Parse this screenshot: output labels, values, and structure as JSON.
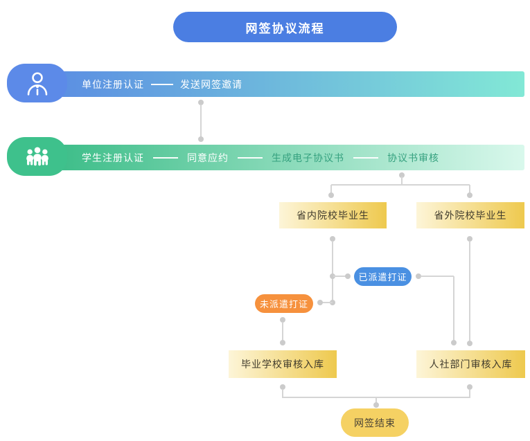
{
  "title": "网签协议流程",
  "rows": {
    "employer": {
      "steps": [
        "单位注册认证",
        "发送网签邀请"
      ]
    },
    "student": {
      "steps": [
        "学生注册认证",
        "同意应约",
        "生成电子协议书",
        "协议书审核"
      ]
    }
  },
  "branches": {
    "in_province": "省内院校毕业生",
    "out_province": "省外院校毕业生"
  },
  "badges": {
    "dispatched": "已派遣打证",
    "not_dispatched": "未派遣打证"
  },
  "review": {
    "school": "毕业学校审核入库",
    "hr": "人社部门审核入库"
  },
  "end_label": "网签结束",
  "icons": {
    "employer": "person-icon",
    "student": "people-group-icon"
  },
  "colors": {
    "title_blue": "#4b7ee2",
    "employer_block_blue": "#5c8ae8",
    "employer_bar_gradient": [
      "#5c90e2",
      "#82e8d6"
    ],
    "student_block_green": "#3ec18c",
    "student_bar_gradient": [
      "#3fbe8a",
      "#d9f8ec"
    ],
    "yellow_box_gradient": [
      "#fdf5d8",
      "#eec94e"
    ],
    "dispatched_blue": "#4a90e2",
    "not_dispatched_orange": "#f6913d",
    "end_yellow": "#f5d163",
    "connector_gray": "#d5d5d5",
    "green_label_text": "#35a17f"
  }
}
